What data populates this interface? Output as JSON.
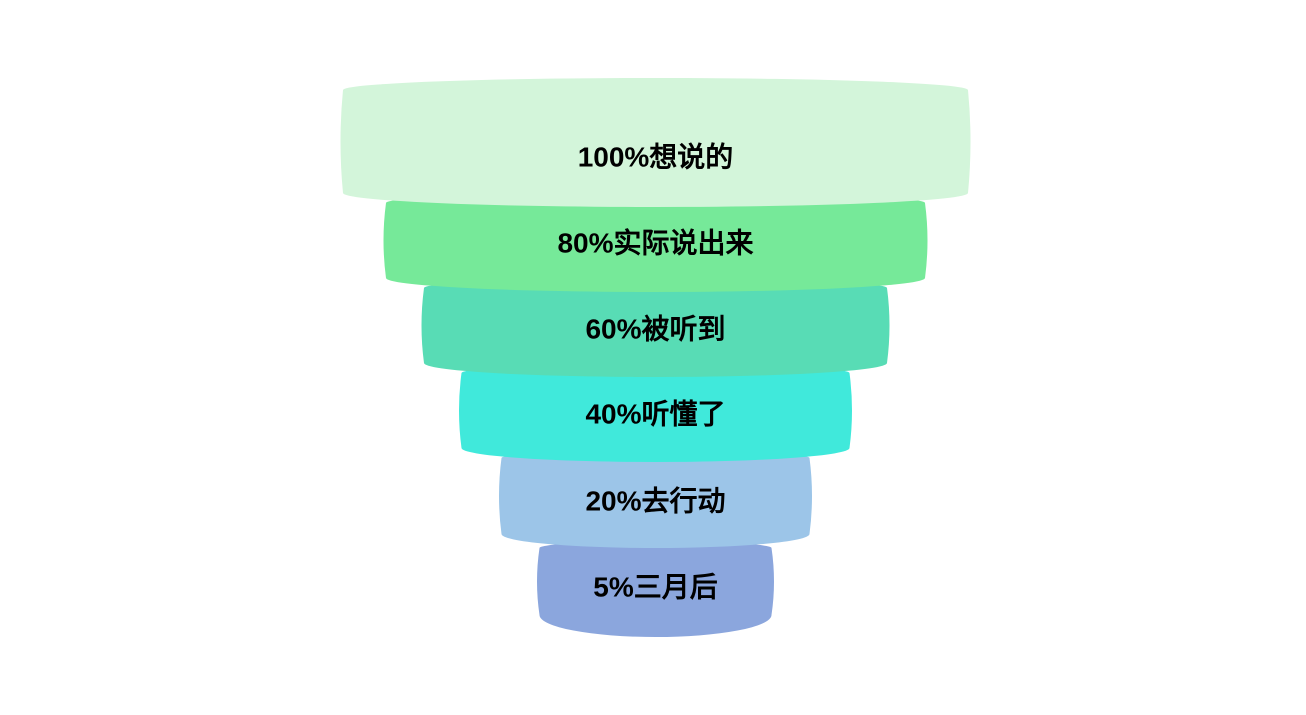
{
  "chart_data": {
    "type": "funnel",
    "orientation": "top-wide",
    "unit": "%",
    "legend": "none",
    "background": "#ffffff",
    "text_color": "#000000",
    "stages": [
      {
        "value": 100,
        "label": "想说的",
        "display": "100%想说的",
        "color": "#d3f5da"
      },
      {
        "value": 80,
        "label": "实际说出来",
        "display": "80%实际说出来",
        "color": "#76e999"
      },
      {
        "value": 60,
        "label": "被听到",
        "display": "60%被听到",
        "color": "#58dcb5"
      },
      {
        "value": 40,
        "label": "听懂了",
        "display": "40%听懂了",
        "color": "#40e9db"
      },
      {
        "value": 20,
        "label": "去行动",
        "display": "20%去行动",
        "color": "#9cc5e8"
      },
      {
        "value": 5,
        "label": "三月后",
        "display": "5%三月后",
        "color": "#8ba6dd"
      }
    ]
  }
}
